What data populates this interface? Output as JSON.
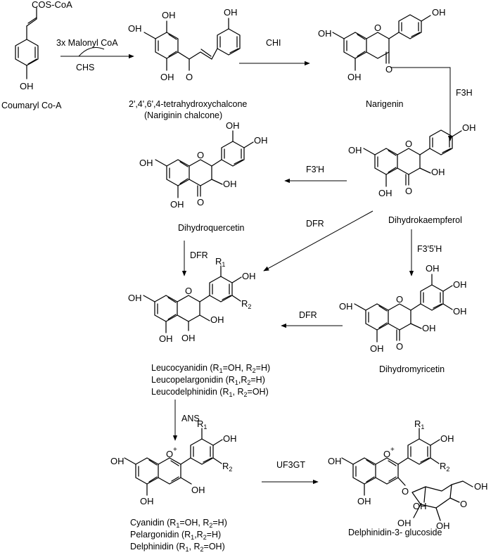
{
  "compounds": {
    "coumaroyl": {
      "name": "Coumaryl Co-A",
      "cos_coa": "COS-CoA",
      "oh": "OH"
    },
    "chalcone": {
      "name": "2',4',6',4-tetrahydroxychalcone",
      "alt_name": "(Nariginin chalcone)",
      "oh": "OH",
      "o": "O"
    },
    "naringenin": {
      "name": "Narigenin",
      "oh": "OH",
      "o": "O"
    },
    "dihydrokaempferol": {
      "name": "Dihydrokaempferol",
      "oh": "OH",
      "o": "O"
    },
    "dihydroquercetin": {
      "name": "Dihydroquercetin",
      "oh": "OH",
      "o": "O"
    },
    "dihydromyricetin": {
      "name": "Dihydromyricetin",
      "oh": "OH",
      "o": "O"
    },
    "leuco": {
      "oh": "OH",
      "o": "O",
      "r": "R",
      "r1": "1",
      "r2": "2",
      "lines": [
        {
          "name": "Leucocyanidin (R",
          "a": "=OH, R",
          "b": "=H)"
        },
        {
          "name": "Leucopelargonidin (R",
          "a": ",R",
          "b": "=H)"
        },
        {
          "name": "Leucodelphinidin (R",
          "a": ", R",
          "b": "=OH)"
        }
      ]
    },
    "anthocyanidin": {
      "oh": "OH",
      "o": "O",
      "plus": "+",
      "r": "R",
      "r1": "1",
      "r2": "2",
      "lines": [
        {
          "name": "Cyanidin (R",
          "a": "=OH, R",
          "b": "=H)"
        },
        {
          "name": "Pelargonidin (R",
          "a": ",R",
          "b": "=H)"
        },
        {
          "name": "Delphinidin (R",
          "a": ", R",
          "b": "=OH)"
        }
      ]
    },
    "glucoside": {
      "name": "Delphinidin-3- glucoside",
      "oh": "OH",
      "o": "O",
      "plus": "+",
      "r": "R",
      "r1": "1",
      "r2": "2"
    }
  },
  "enzymes": {
    "malonyl": "3x Malonyl CoA",
    "chs": "CHS",
    "chi": "CHI",
    "f3h": "F3H",
    "f3ph": "F3'H",
    "dfr_diag": "DFR",
    "dfr_down": "DFR",
    "dfr_left": "DFR",
    "f35h": "F3'5'H",
    "ans": "ANS",
    "uf3gt": "UF3GT"
  }
}
